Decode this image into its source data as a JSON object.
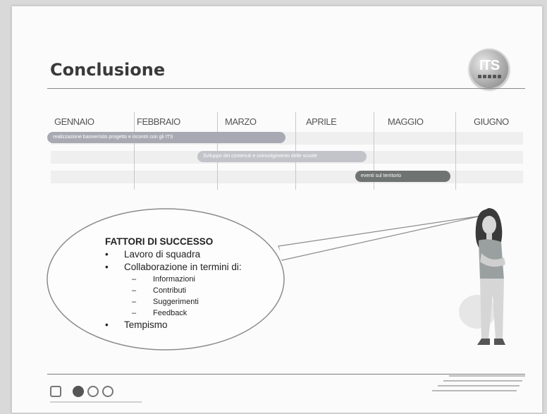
{
  "slide": {
    "title": "Conclusione",
    "logo_text": "ITS"
  },
  "timeline": {
    "months": [
      "GENNAIO",
      "FEBBRAIO",
      "MARZO",
      "APRILE",
      "MAGGIO",
      "GIUGNO"
    ],
    "bars": [
      {
        "label": "realizzazione banner/sito progetto e incontri con gli ITS",
        "color": "#a9a9b4"
      },
      {
        "label": "Sviluppo dei contenuti e coinvolgimento delle scuole",
        "color": "#c3c3ca"
      },
      {
        "label": "eventi sul territorio",
        "color": "#6f7371"
      }
    ]
  },
  "bubble": {
    "heading": "FATTORI DI SUCCESSO",
    "item1": "Lavoro di squadra",
    "item2": "Collaborazione in termini di:",
    "sub1": "Informazioni",
    "sub2": "Contributi",
    "sub3": "Suggerimenti",
    "sub4": "Feedback",
    "item3": "Tempismo"
  }
}
